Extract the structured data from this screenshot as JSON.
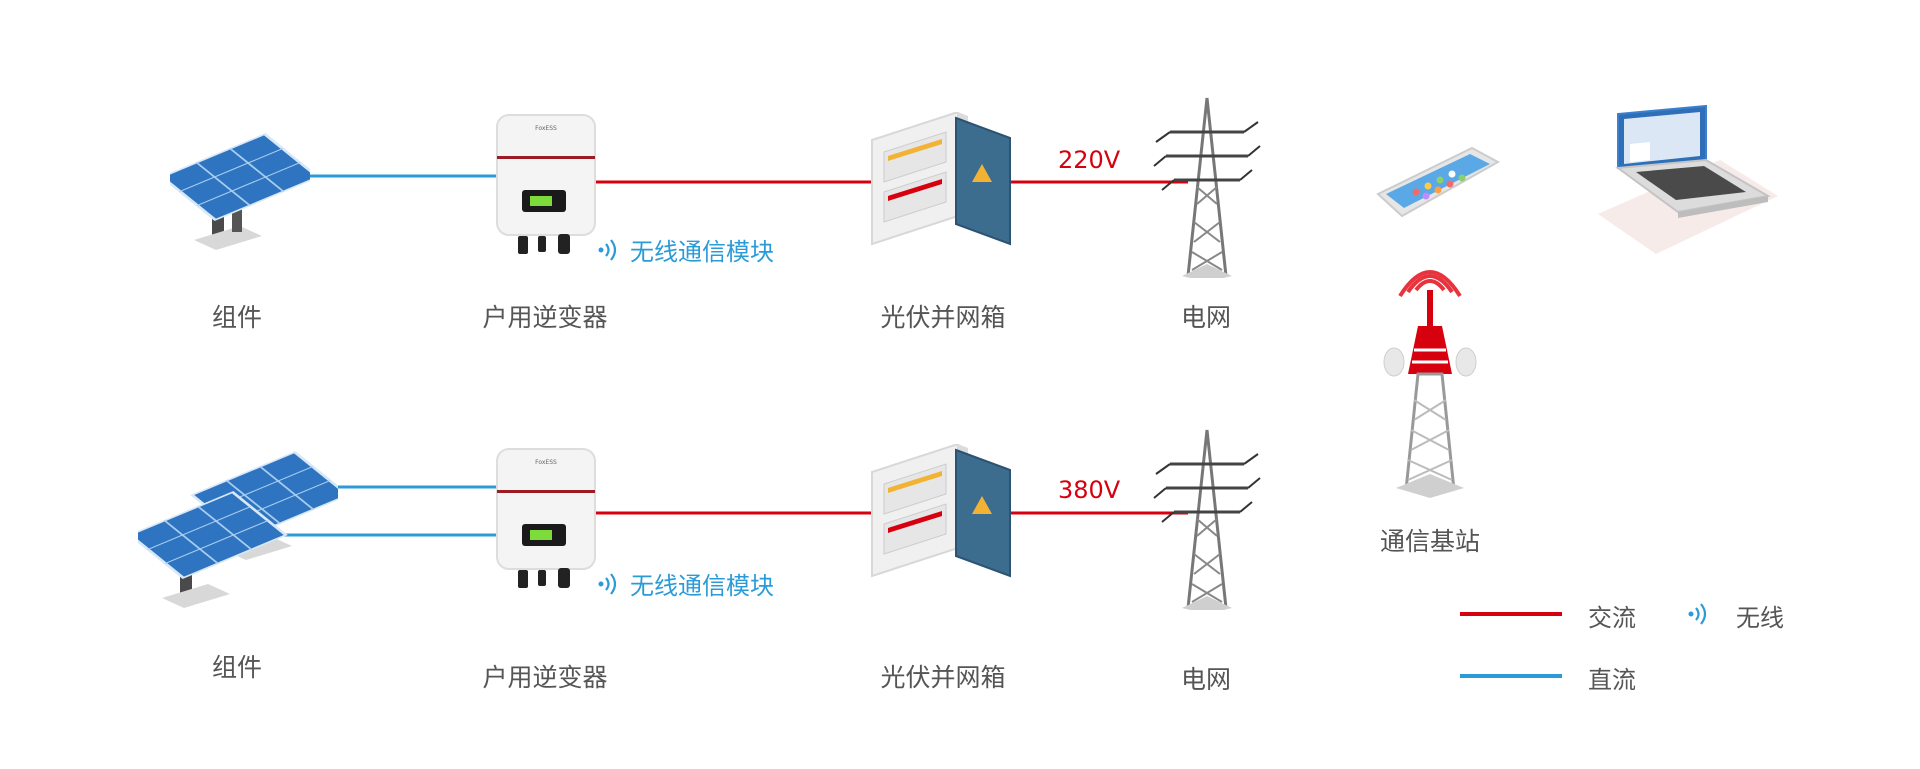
{
  "rows": [
    {
      "module_label": "组件",
      "inverter_label": "户用逆变器",
      "wireless_module_label": "无线通信模块",
      "grid_box_label": "光伏并网箱",
      "grid_label": "电网",
      "voltage": "220V",
      "panel_count": 1
    },
    {
      "module_label": "组件",
      "inverter_label": "户用逆变器",
      "wireless_module_label": "无线通信模块",
      "grid_box_label": "光伏并网箱",
      "grid_label": "电网",
      "voltage": "380V",
      "panel_count": 2
    }
  ],
  "base_station_label": "通信基站",
  "legend": {
    "ac": "交流",
    "dc": "直流",
    "wireless": "无线"
  },
  "colors": {
    "ac": "#d7000f",
    "dc": "#2b9bd8",
    "wireless": "#2b9bd8",
    "label": "#555555"
  },
  "icons": [
    "solar-panel-icon",
    "inverter-icon",
    "wifi-signal-icon",
    "grid-box-icon",
    "power-tower-icon",
    "smartphone-icon",
    "laptop-icon",
    "base-station-icon"
  ]
}
